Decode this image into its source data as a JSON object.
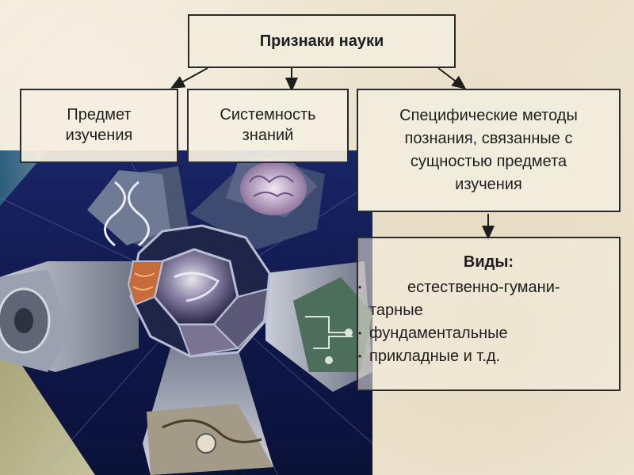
{
  "title": "Признаки науки",
  "subject": {
    "lines": [
      "Предмет",
      "изучения"
    ]
  },
  "system": {
    "lines": [
      "Системность",
      "знаний"
    ]
  },
  "methods": {
    "lines": [
      "Специфические методы",
      "познания, связанные с",
      "сущностью предмета",
      "изучения"
    ]
  },
  "types": {
    "heading": "Виды:",
    "items": [
      "естественно-гумани-",
      "тарные",
      "фундаментальные",
      "прикладные и т.д."
    ],
    "bullet": "•"
  },
  "colors": {
    "background": "#efe7d4",
    "panel": "#141d55",
    "border": "#2a2a2a"
  }
}
